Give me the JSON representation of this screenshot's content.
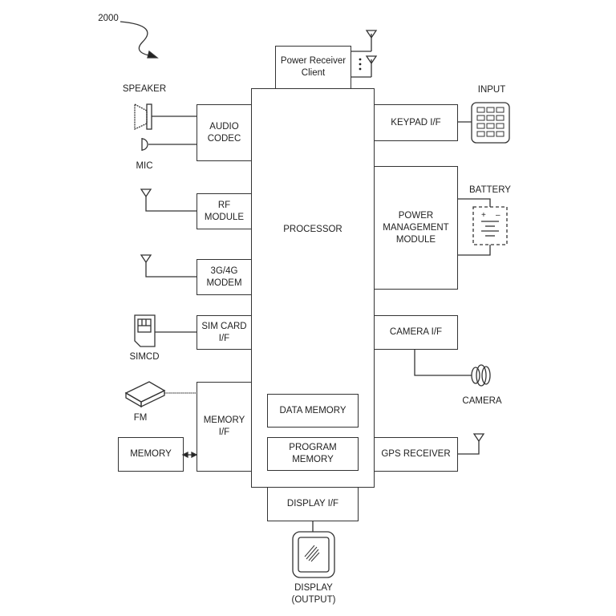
{
  "figure_ref": "2000",
  "blocks": {
    "power_receiver": "Power Receiver\nClient",
    "processor": "PROCESSOR",
    "audio_codec": "AUDIO\nCODEC",
    "rf_module": "RF MODULE",
    "modem": "3G/4G\nMODEM",
    "sim_if": "SIM CARD\nI/F",
    "memory_if": "MEMORY\nI/F",
    "memory": "MEMORY",
    "data_memory": "DATA MEMORY",
    "program_memory": "PROGRAM\nMEMORY",
    "display_if": "DISPLAY I/F",
    "keypad_if": "KEYPAD I/F",
    "power_mgmt": "POWER\nMANAGEMENT\nMODULE",
    "camera_if": "CAMERA I/F",
    "gps": "GPS RECEIVER"
  },
  "labels": {
    "speaker": "SPEAKER",
    "mic": "MIC",
    "simcd": "SIMCD",
    "fm": "FM",
    "input": "INPUT",
    "battery": "BATTERY",
    "camera": "CAMERA",
    "display": "DISPLAY\n(OUTPUT)"
  }
}
